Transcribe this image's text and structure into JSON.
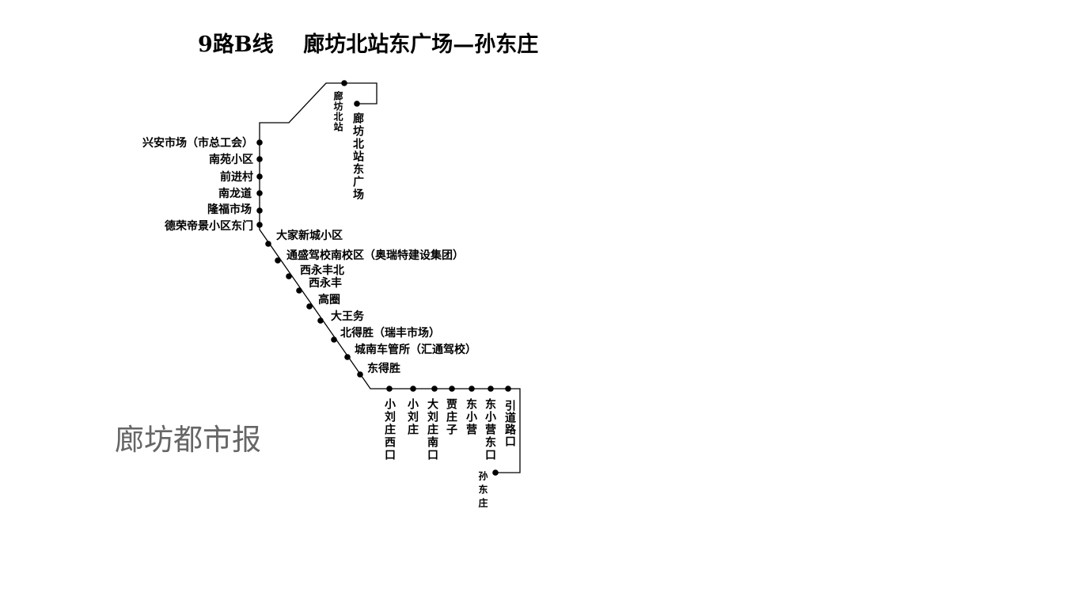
{
  "title": "9路B线    廊坊北站东广场—孙东庄",
  "watermark": "廊坊都市报",
  "colors": {
    "line": "#000000",
    "watermark": "#666666"
  },
  "stops": [
    {
      "name": "廊坊北站东广场"
    },
    {
      "name": "廊坊北站"
    },
    {
      "name": "兴安市场（市总工会）"
    },
    {
      "name": "南苑小区"
    },
    {
      "name": "前进村"
    },
    {
      "name": "南龙道"
    },
    {
      "name": "隆福市场"
    },
    {
      "name": "德荣帝景小区东门"
    },
    {
      "name": "大家新城小区"
    },
    {
      "name": "通盛驾校南校区（奥瑞特建设集团）"
    },
    {
      "name": "西永丰北"
    },
    {
      "name": "西永丰"
    },
    {
      "name": "高圈"
    },
    {
      "name": "大王务"
    },
    {
      "name": "北得胜（瑞丰市场）"
    },
    {
      "name": "城南车管所（汇通驾校）"
    },
    {
      "name": "东得胜"
    },
    {
      "name": "小刘庄西口"
    },
    {
      "name": "小刘庄"
    },
    {
      "name": "大刘庄南口"
    },
    {
      "name": "贾庄子"
    },
    {
      "name": "东小营"
    },
    {
      "name": "东小营东口"
    },
    {
      "name": "引道路口"
    },
    {
      "name": "孙东庄"
    }
  ]
}
